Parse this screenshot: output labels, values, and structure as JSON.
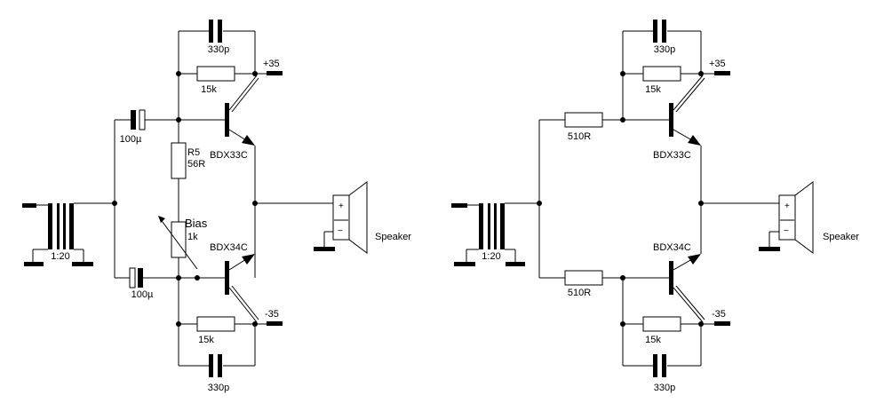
{
  "left_circuit": {
    "cap_top": "330p",
    "res_top": "15k",
    "rail_pos": "+35",
    "cap_in_top": "100µ",
    "r5_name": "R5",
    "r5_value": "56R",
    "q_top": "BDX33C",
    "bias_name": "Bias",
    "bias_value": "1k",
    "q_bottom": "BDX34C",
    "transformer": "1:20",
    "cap_in_bottom": "100µ",
    "rail_neg": "-35",
    "res_bottom": "15k",
    "cap_bottom": "330p",
    "speaker": "Speaker",
    "plus": "+",
    "minus": "−"
  },
  "right_circuit": {
    "cap_top": "330p",
    "res_top": "15k",
    "rail_pos": "+35",
    "res_in_top": "510R",
    "q_top": "BDX33C",
    "q_bottom": "BDX34C",
    "transformer": "1:20",
    "res_in_bottom": "510R",
    "rail_neg": "-35",
    "res_bottom": "15k",
    "cap_bottom": "330p",
    "speaker": "Speaker",
    "plus": "+",
    "minus": "−"
  }
}
